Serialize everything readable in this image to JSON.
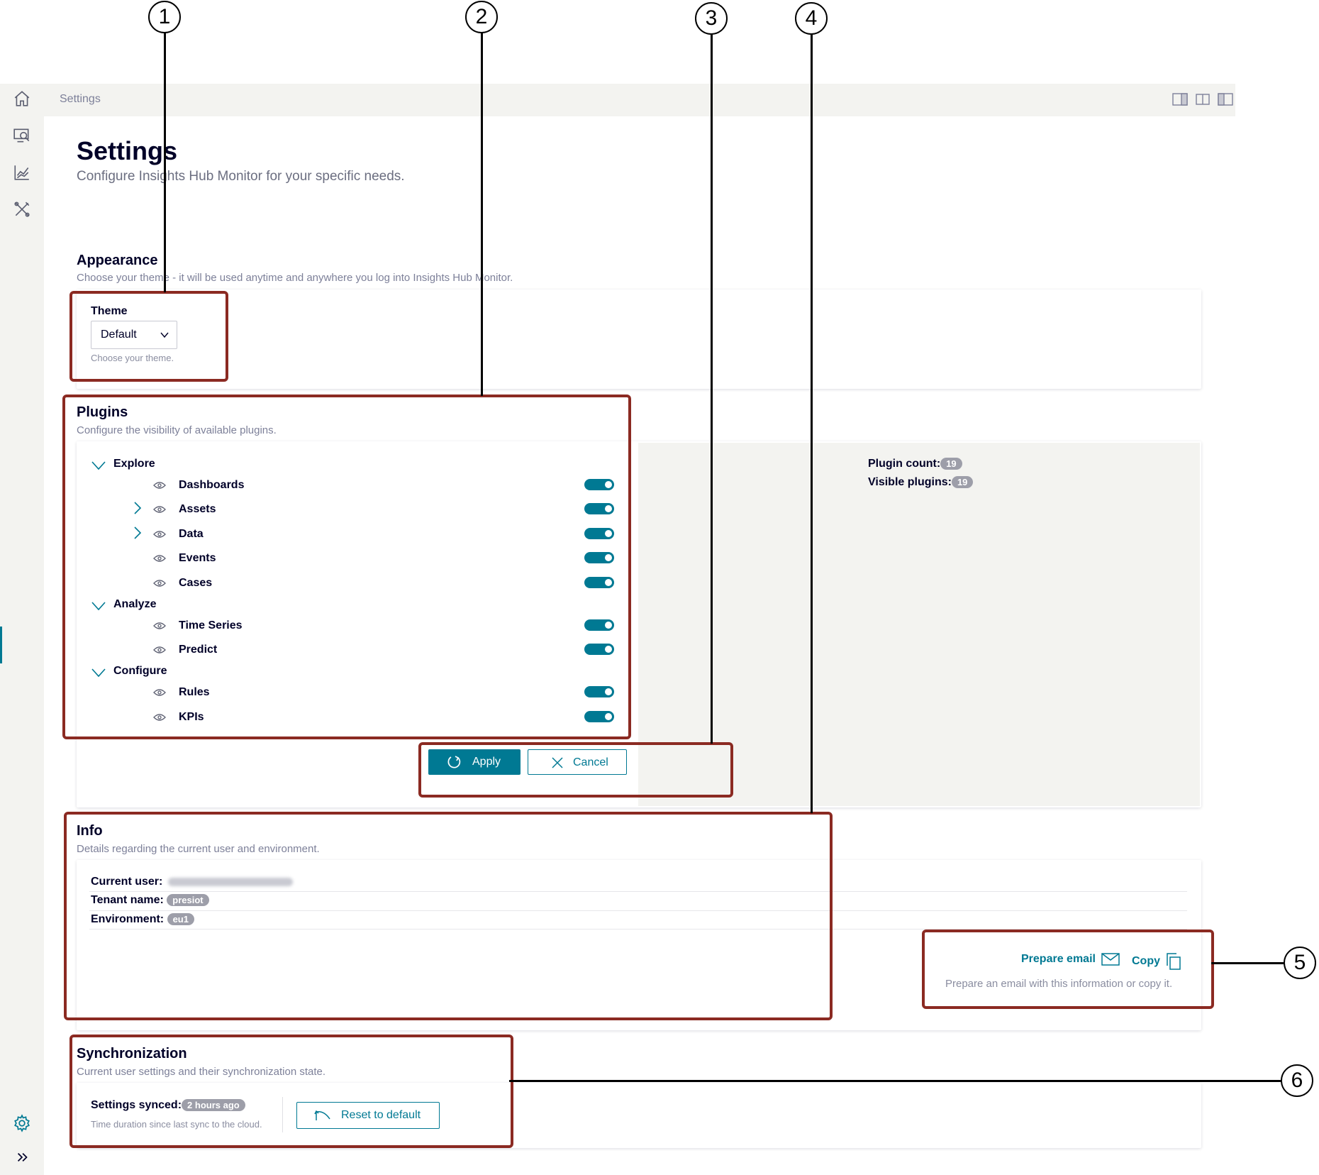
{
  "topbar": {
    "breadcrumb": "Settings"
  },
  "rail": {
    "items": [
      {
        "icon": "home-icon"
      },
      {
        "icon": "monitor-search-icon"
      },
      {
        "icon": "chart-icon"
      },
      {
        "icon": "tools-icon"
      }
    ],
    "bottom": [
      {
        "icon": "gear-icon"
      },
      {
        "icon": "double-chevron-right-icon"
      }
    ]
  },
  "header": {
    "title": "Settings",
    "subtitle": "Configure Insights Hub Monitor for your specific needs."
  },
  "appearance": {
    "title": "Appearance",
    "description": "Choose your theme - it will be used anytime and anywhere you log into Insights Hub Monitor.",
    "theme_label": "Theme",
    "theme_value": "Default",
    "theme_hint": "Choose your theme."
  },
  "plugins": {
    "title": "Plugins",
    "description": "Configure the visibility of available plugins.",
    "groups": [
      {
        "label": "Explore",
        "items": [
          {
            "label": "Dashboards",
            "visible": true
          },
          {
            "label": "Assets",
            "visible": true
          },
          {
            "label": "Data",
            "visible": true
          },
          {
            "label": "Events",
            "visible": true
          },
          {
            "label": "Cases",
            "visible": true
          }
        ]
      },
      {
        "label": "Analyze",
        "items": [
          {
            "label": "Time Series",
            "visible": true
          },
          {
            "label": "Predict",
            "visible": true
          }
        ]
      },
      {
        "label": "Configure",
        "items": [
          {
            "label": "Rules",
            "visible": true
          },
          {
            "label": "KPIs",
            "visible": true
          }
        ]
      }
    ],
    "plugin_count_label": "Plugin count:",
    "plugin_count": "19",
    "visible_plugins_label": "Visible plugins:",
    "visible_plugins": "19",
    "apply_label": "Apply",
    "cancel_label": "Cancel"
  },
  "info": {
    "title": "Info",
    "description": "Details regarding the current user and environment.",
    "current_user_label": "Current user:",
    "tenant_label": "Tenant name:",
    "tenant_value": "presiot",
    "environment_label": "Environment:",
    "environment_value": "eu1",
    "prepare_email_label": "Prepare email",
    "copy_label": "Copy",
    "actions_hint": "Prepare an email with this information or copy it."
  },
  "sync": {
    "title": "Synchronization",
    "description": "Current user settings and their synchronization state.",
    "synced_label": "Settings synced:",
    "synced_value": "2 hours ago",
    "synced_hint": "Time duration since last sync to the cloud.",
    "reset_label": "Reset to default"
  },
  "annotations": [
    "1",
    "2",
    "3",
    "4",
    "5",
    "6"
  ],
  "colors": {
    "accent": "#007993",
    "annotation": "#8b2a22"
  }
}
